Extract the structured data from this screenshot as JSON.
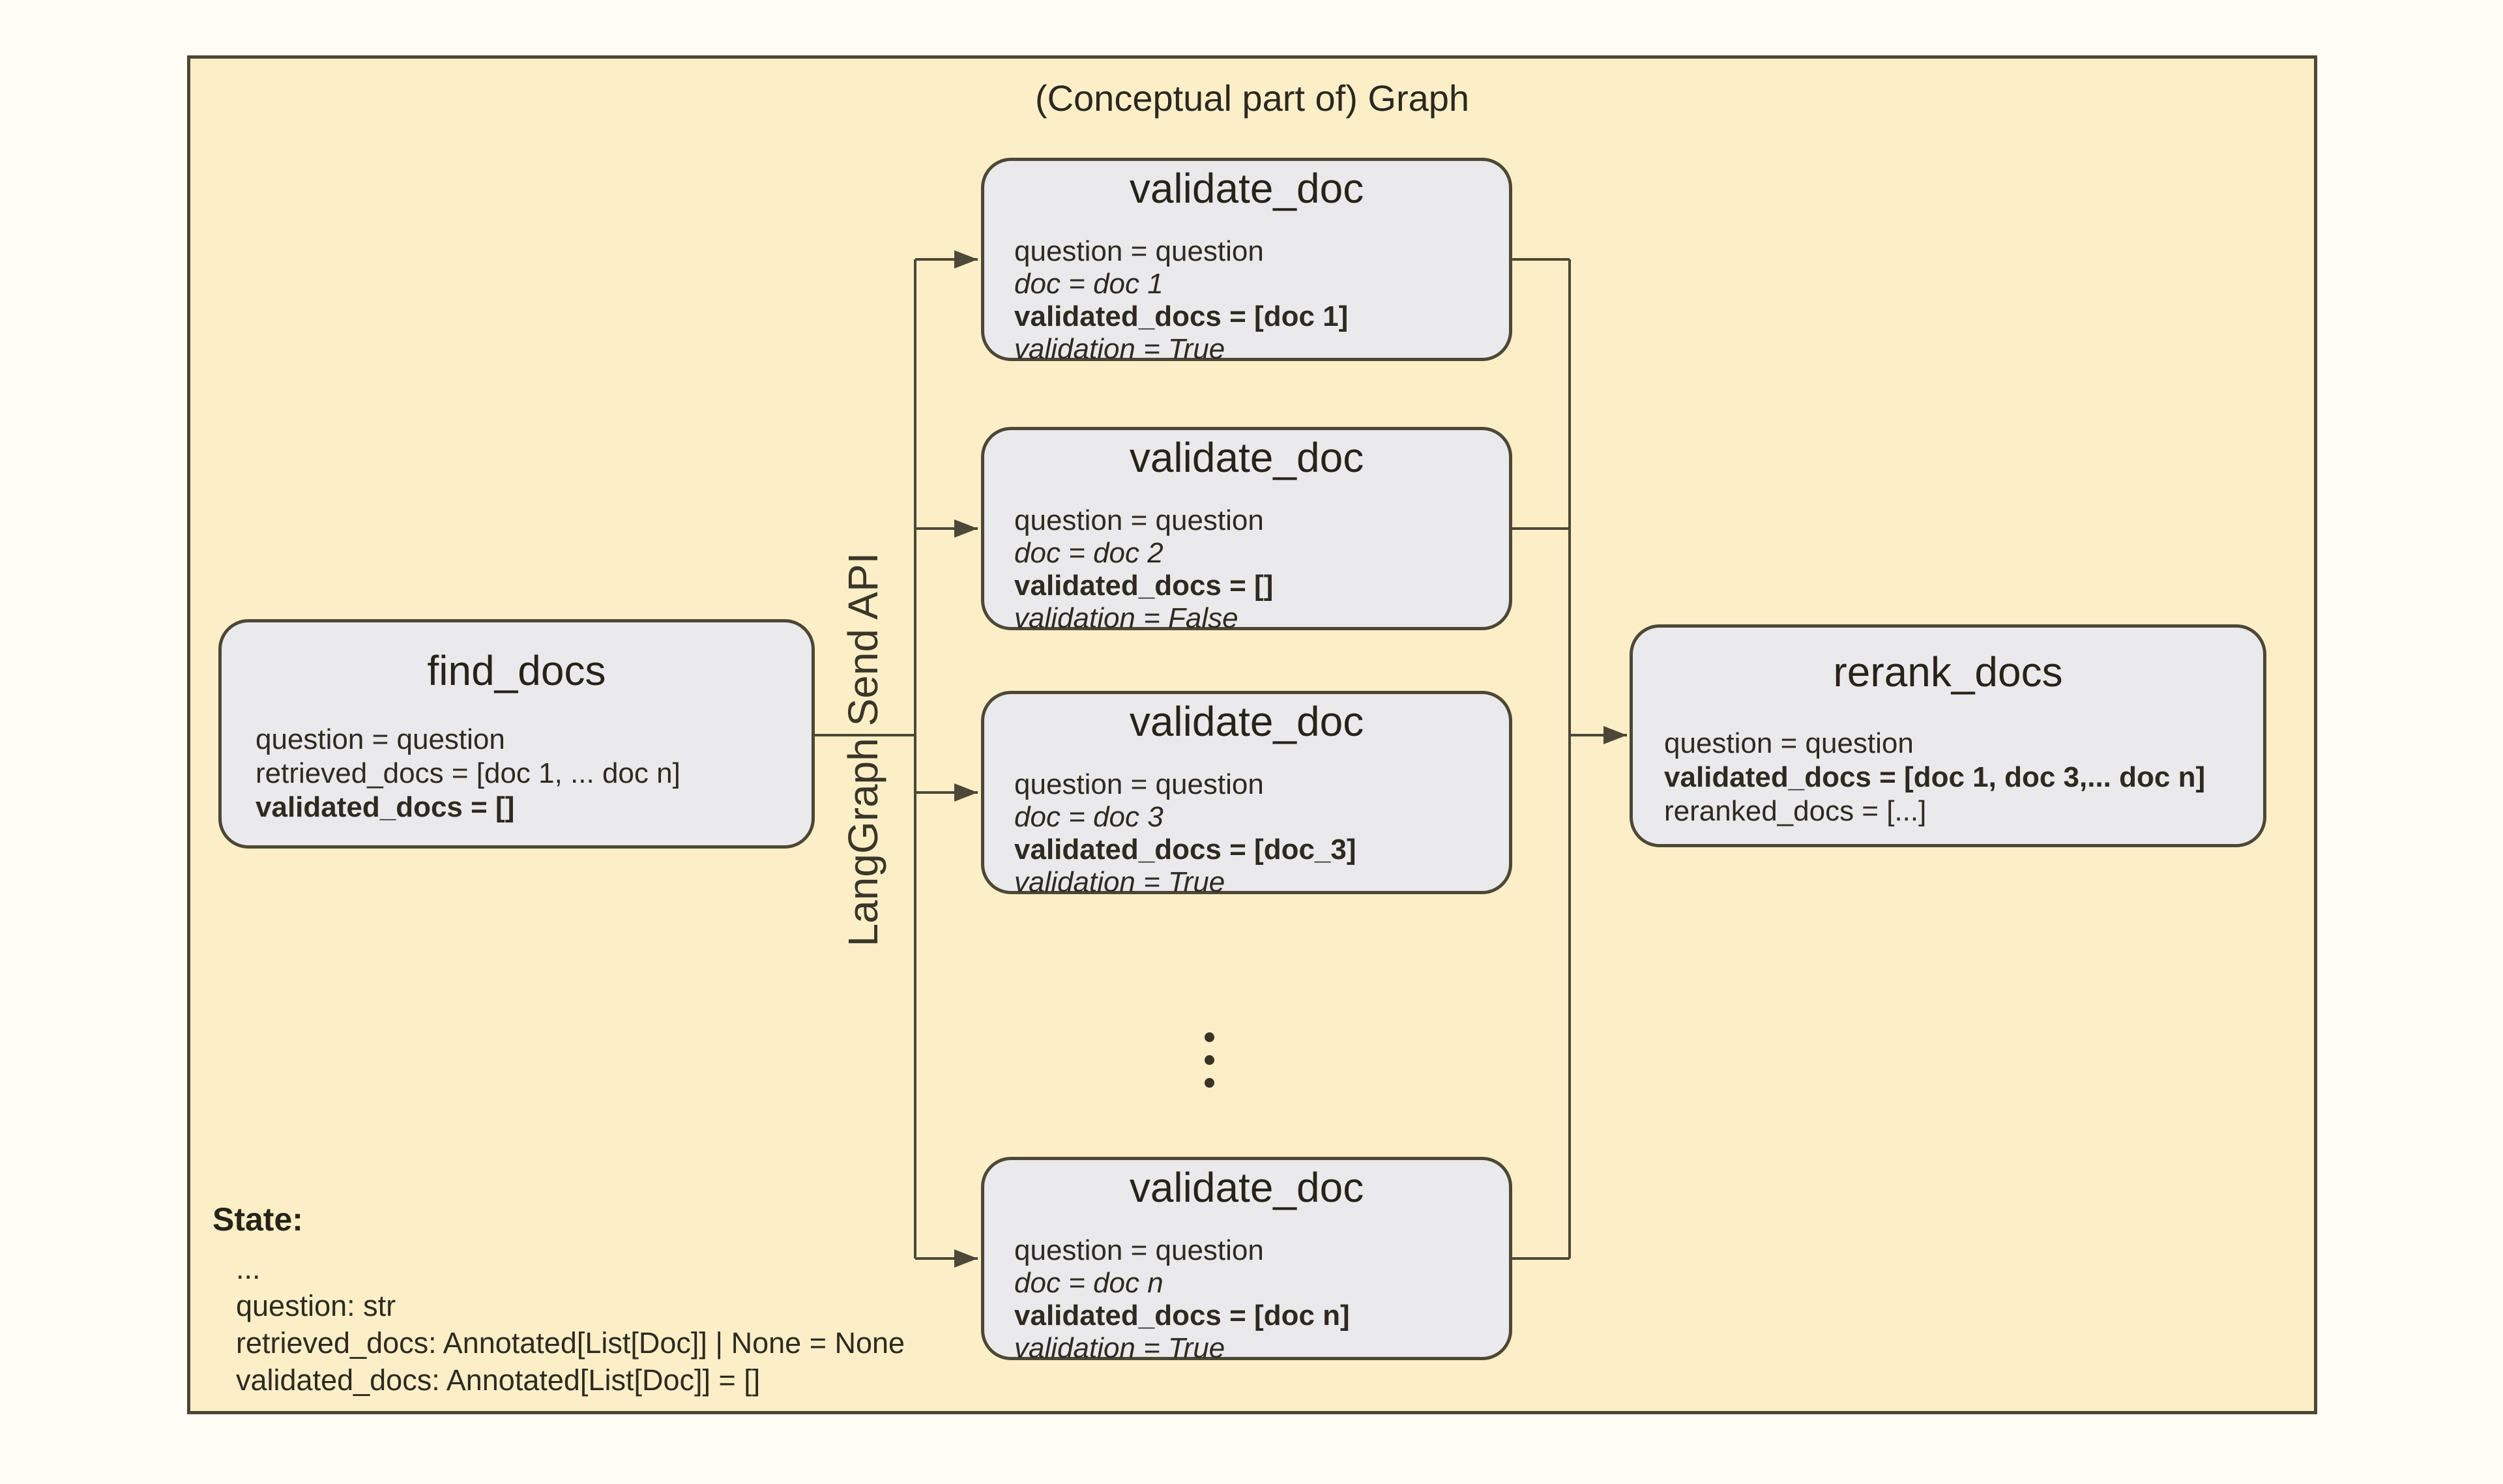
{
  "title": "(Conceptual part of) Graph",
  "colors": {
    "canvas_background": "#fcefc8",
    "node_background": "#eaeaec",
    "border_and_connector": "#4c4736",
    "text": "#2d2a20"
  },
  "send_api_label": "LangGraph Send API",
  "ellipsis_symbol": "⋮",
  "nodes": {
    "find_docs": {
      "title": "find_docs",
      "lines": [
        {
          "text": "question = question",
          "style": "regular"
        },
        {
          "text": "retrieved_docs = [doc 1, ... doc n]",
          "style": "regular"
        },
        {
          "text": "validated_docs = []",
          "style": "bold"
        }
      ]
    },
    "validate_doc_1": {
      "title": "validate_doc",
      "lines": [
        {
          "text": "question = question",
          "style": "regular"
        },
        {
          "text": "doc = doc 1",
          "style": "italic"
        },
        {
          "text": "validated_docs = [doc 1]",
          "style": "bold"
        },
        {
          "text": "validation = True",
          "style": "italic"
        }
      ]
    },
    "validate_doc_2": {
      "title": "validate_doc",
      "lines": [
        {
          "text": "question = question",
          "style": "regular"
        },
        {
          "text": "doc = doc 2",
          "style": "italic"
        },
        {
          "text": "validated_docs = []",
          "style": "bold"
        },
        {
          "text": "validation = False",
          "style": "italic"
        }
      ]
    },
    "validate_doc_3": {
      "title": "validate_doc",
      "lines": [
        {
          "text": "question = question",
          "style": "regular"
        },
        {
          "text": "doc = doc 3",
          "style": "italic"
        },
        {
          "text": "validated_docs = [doc_3]",
          "style": "bold"
        },
        {
          "text": "validation = True",
          "style": "italic"
        }
      ]
    },
    "validate_doc_n": {
      "title": "validate_doc",
      "lines": [
        {
          "text": "question = question",
          "style": "regular"
        },
        {
          "text": "doc = doc n",
          "style": "italic"
        },
        {
          "text": "validated_docs = [doc n]",
          "style": "bold"
        },
        {
          "text": "validation = True",
          "style": "italic"
        }
      ]
    },
    "rerank_docs": {
      "title": "rerank_docs",
      "lines": [
        {
          "text": "question = question",
          "style": "regular"
        },
        {
          "text": "validated_docs = [doc 1, doc 3,... doc n]",
          "style": "bold"
        },
        {
          "text": "reranked_docs = [...]",
          "style": "regular"
        }
      ]
    }
  },
  "state_panel": {
    "heading": "State:",
    "lines": [
      "...",
      "question: str",
      "retrieved_docs: Annotated[List[Doc]] | None = None",
      "validated_docs: Annotated[List[Doc]] = []"
    ]
  }
}
